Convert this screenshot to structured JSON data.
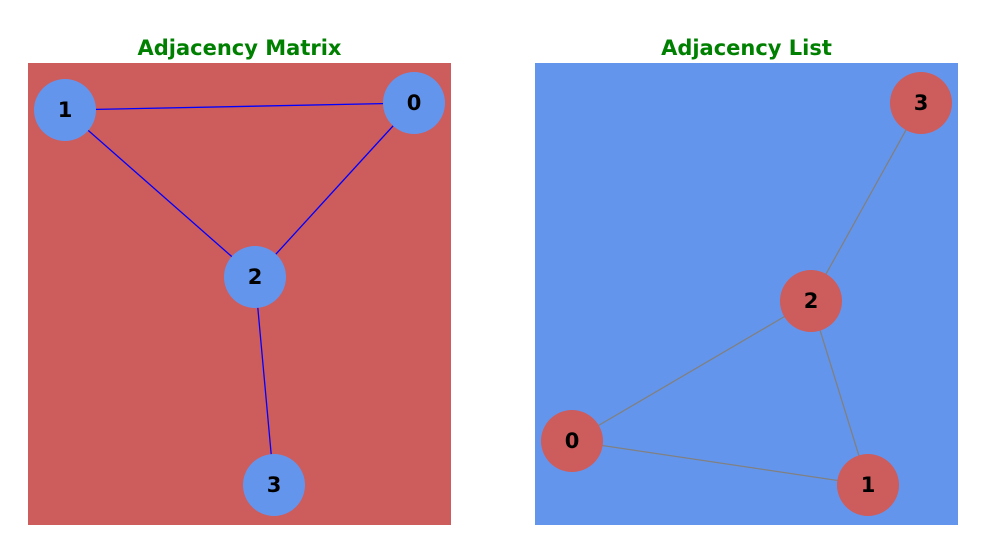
{
  "title_color": "#008000",
  "panels": [
    {
      "title": "Adjacency Matrix",
      "background": "#cd5c5c",
      "node_color": "#6495ed",
      "edge_color": "#0000ff",
      "nodes": [
        "0",
        "1",
        "2",
        "3"
      ],
      "edges": [
        [
          "1",
          "0"
        ],
        [
          "1",
          "2"
        ],
        [
          "0",
          "2"
        ],
        [
          "2",
          "3"
        ]
      ]
    },
    {
      "title": "Adjacency List",
      "background": "#6495ed",
      "node_color": "#cd5c5c",
      "edge_color": "#808080",
      "nodes": [
        "0",
        "1",
        "2",
        "3"
      ],
      "edges": [
        [
          "3",
          "2"
        ],
        [
          "2",
          "0"
        ],
        [
          "2",
          "1"
        ],
        [
          "0",
          "1"
        ]
      ]
    }
  ]
}
